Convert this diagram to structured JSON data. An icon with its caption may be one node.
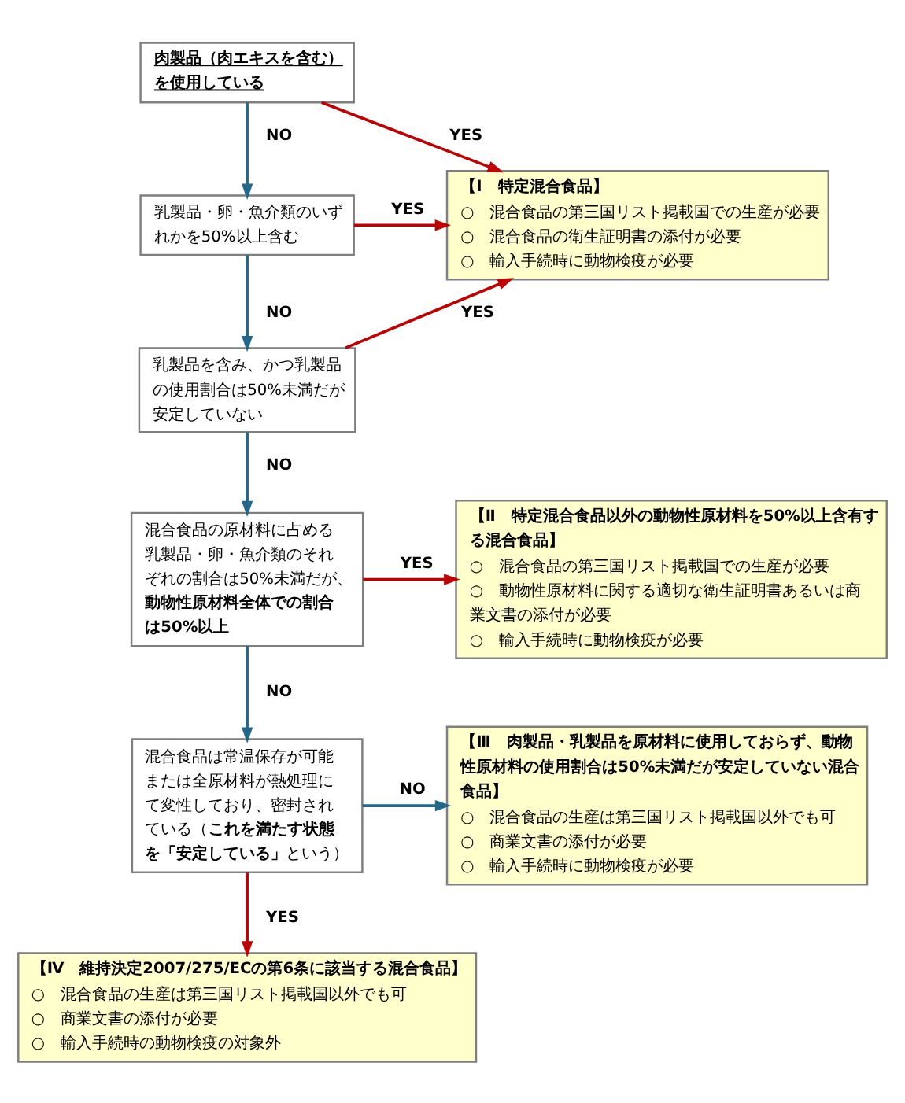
{
  "diagram": {
    "nodes": [
      {
        "text": [
          "肉製品（肉エキスを含む）を使用している"
        ]
      },
      {
        "text": [
          "乳製品・卵・魚介類のいずれかを50%以上含む"
        ]
      },
      {
        "text": [
          "乳製品を含み、かつ乳製品の使用割合は50%未満だが安定していない"
        ]
      },
      {
        "text": [
          "混合食品の原材料に占める乳製品・卵・魚介類のそれぞれの割合は50%未満だが、**動物性原材料全体での割合は50%以上**"
        ]
      },
      {
        "text": [
          "混合食品は常温保存が可能または全原材料が熱処理にて変性しており、密封されている（**これを満たす状態を「安定している」**という）"
        ]
      },
      {
        "text": [
          "【Ⅰ　特定混合食品】",
          "○　混合食品の第三国リスト掲載国での生産が必要",
          "○　混合食品の衛生証明書の添付が必要",
          "○　輸入手続時に動物検疫が必要"
        ]
      },
      {
        "text": [
          "【Ⅱ　特定混合食品以外の動物性原材料を50%以上含有する混合食品】",
          "○　混合食品の第三国リスト掲載国での生産が必要",
          "○　動物性原材料に関する適切な衛生証明書あるいは商業文書の添付が必要",
          "○　輸入手続時に動物検疫が必要"
        ]
      },
      {
        "text": [
          "【Ⅲ　肉製品・乳製品を原材料に使用しておらず、動物性原材料の使用割合は50%未満だが安定していない混合食品】",
          "○　混合食品の生産は第三国リスト掲載国以外でも可",
          "○　商業文書の添付が必要",
          "○　輸入手続時に動物検疫が必要"
        ]
      },
      {
        "text": [
          "【Ⅳ　維持決定2007/275/ECの第6条に該当する混合食品】",
          "○　混合食品の生産は第三国リスト掲載国以外でも可",
          "○　商業文書の添付が必要",
          "○　輸入手続時の動物検疫の対象外"
        ]
      }
    ],
    "edges": [
      {
        "from": 0,
        "to": 5,
        "arrow": "to",
        "label": "YES",
        "color": "#c00000"
      },
      {
        "from": 0,
        "to": 1,
        "arrow": "to",
        "label": "NO",
        "color": "#21688c"
      },
      {
        "from": 1,
        "to": 5,
        "arrow": "to",
        "label": "YES",
        "color": "#c00000"
      },
      {
        "from": 1,
        "to": 2,
        "arrow": "to",
        "label": "NO",
        "color": "#21688c"
      },
      {
        "from": 2,
        "to": 5,
        "arrow": "to",
        "label": "YES",
        "color": "#c00000"
      },
      {
        "from": 2,
        "to": 3,
        "arrow": "to",
        "label": "NO",
        "color": "#21688c"
      },
      {
        "from": 3,
        "to": 6,
        "arrow": "to",
        "label": "YES",
        "color": "#c00000"
      },
      {
        "from": 3,
        "to": 4,
        "arrow": "to",
        "label": "NO",
        "color": "#21688c"
      },
      {
        "from": 4,
        "to": 7,
        "arrow": "to",
        "label": "NO",
        "color": "#21688c"
      },
      {
        "from": 4,
        "to": 8,
        "arrow": "to",
        "label": "YES",
        "color": "#c00000"
      }
    ]
  }
}
